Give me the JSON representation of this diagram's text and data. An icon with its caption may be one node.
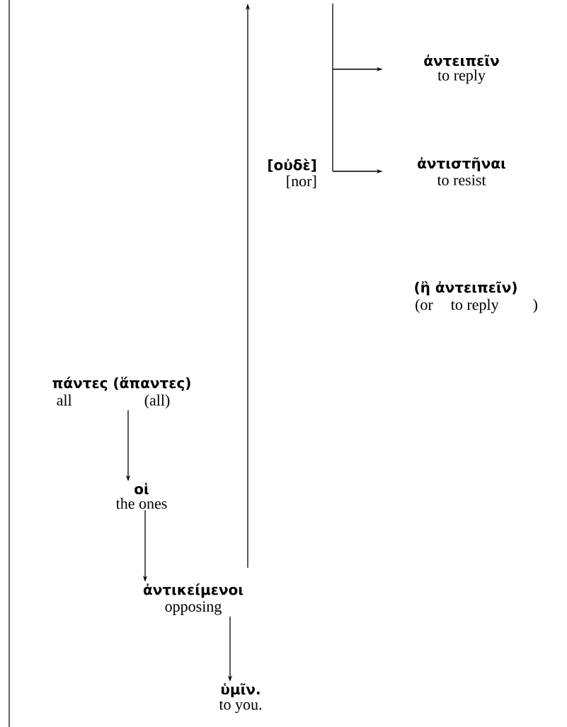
{
  "diagram": {
    "nodes": [
      {
        "text": [
          "πάντες (ἅπαντες)",
          "all",
          "(all)"
        ]
      },
      {
        "text": [
          "οἱ",
          "the ones"
        ]
      },
      {
        "text": [
          "ἀντικείμενοι",
          "opposing"
        ]
      },
      {
        "text": [
          "ὑμῖν.",
          "to you."
        ]
      },
      {
        "text": [
          "[οὐδὲ]",
          "[nor]"
        ]
      },
      {
        "text": [
          "ἀντειπεῖν",
          "to reply"
        ]
      },
      {
        "text": [
          "ἀντιστῆναι",
          "to resist"
        ]
      },
      {
        "text": [
          "(ἢ ἀντειπεῖν)",
          "(or",
          "to reply",
          ")"
        ]
      }
    ],
    "edges": [
      {
        "from": 0,
        "to": 1,
        "arrow": "to"
      },
      {
        "from": 1,
        "to": 2,
        "arrow": "to"
      },
      {
        "from": 2,
        "to": 3,
        "arrow": "to"
      },
      {
        "from": 2,
        "to": null,
        "arrow": "to"
      },
      {
        "from": null,
        "to": 5,
        "arrow": "to"
      },
      {
        "from": null,
        "to": 6,
        "arrow": "to"
      }
    ]
  }
}
